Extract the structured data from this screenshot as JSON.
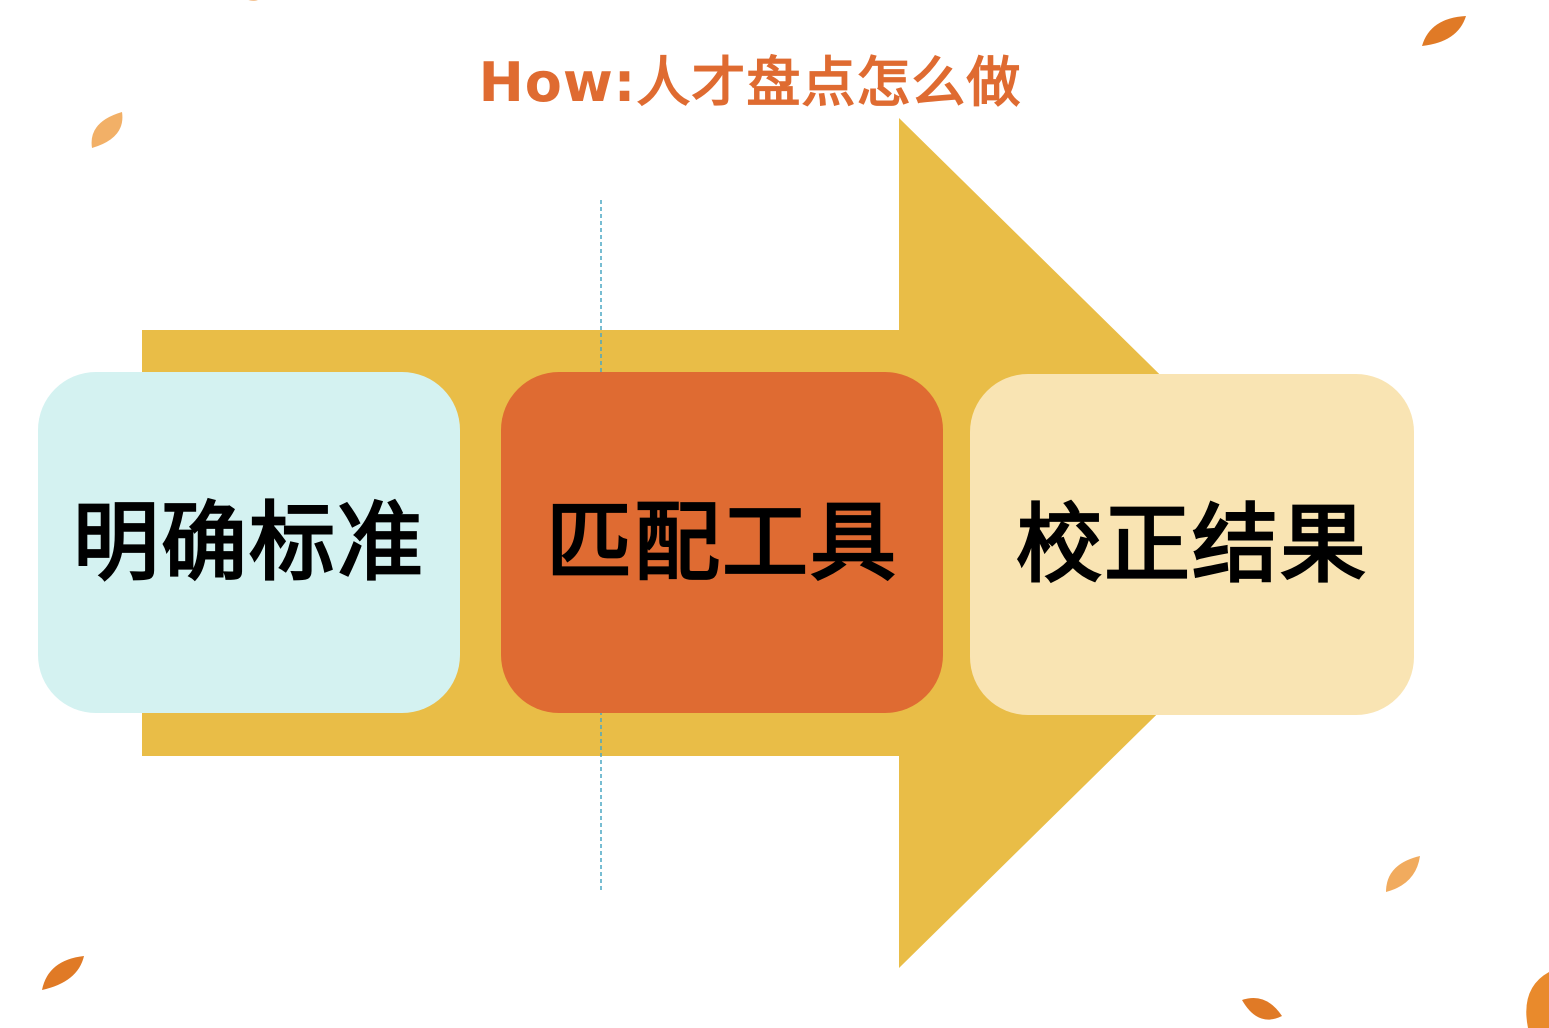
{
  "title": "How:人才盘点怎么做",
  "colors": {
    "title": "#df6b31",
    "arrow": "#e9bd47",
    "guide_line": "#4aa7c4",
    "leaf": "#e98a2c"
  },
  "steps": [
    {
      "label": "明确标准",
      "fill": "#d4f2f1"
    },
    {
      "label": "匹配工具",
      "fill": "#df6b32"
    },
    {
      "label": "校正结果",
      "fill": "#f9e4b3"
    }
  ]
}
